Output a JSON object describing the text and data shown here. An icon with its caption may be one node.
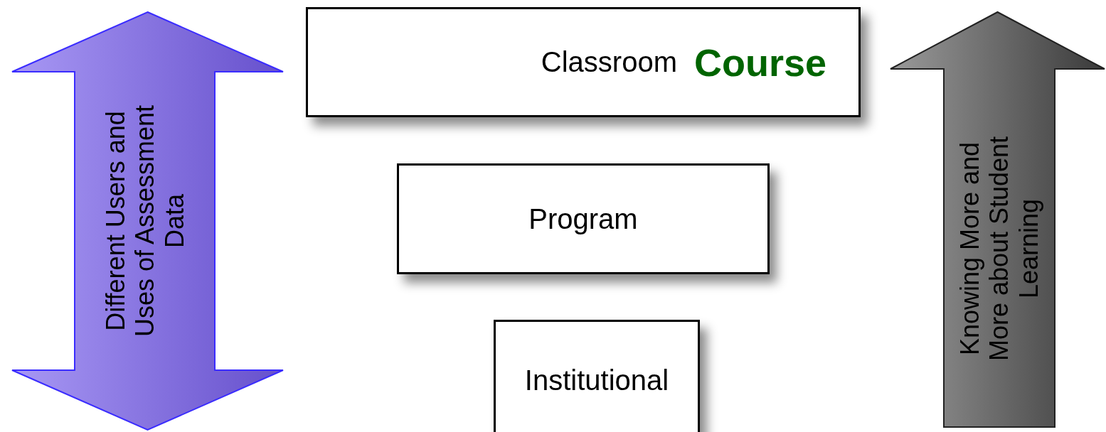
{
  "diagram": {
    "nodes": [
      {
        "text": [
          "Different Users and Uses of Assessment Data"
        ]
      },
      {
        "text": [
          "Classroom",
          "Course"
        ]
      },
      {
        "text": [
          "Program"
        ]
      },
      {
        "text": [
          "Institutional"
        ]
      },
      {
        "text": [
          "Knowing More and More about Student Learning"
        ]
      }
    ],
    "edges": []
  }
}
